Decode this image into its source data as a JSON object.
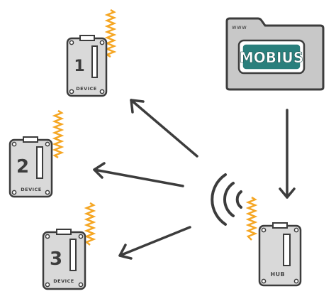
{
  "folder": {
    "www_label": "www",
    "logo_text": "MOBIUS"
  },
  "devices": [
    {
      "number": "1",
      "label": "DEVICE"
    },
    {
      "number": "2",
      "label": "DEVICE"
    },
    {
      "number": "3",
      "label": "DEVICE"
    }
  ],
  "hub": {
    "label": "HUB"
  },
  "colors": {
    "outline": "#3c3c3c",
    "device_fill": "#d9d9d9",
    "antenna": "#f5a623",
    "folder_fill": "#c8c8c8",
    "logo_fill": "#2a7f7c",
    "logo_stroke": "#ffffff"
  }
}
